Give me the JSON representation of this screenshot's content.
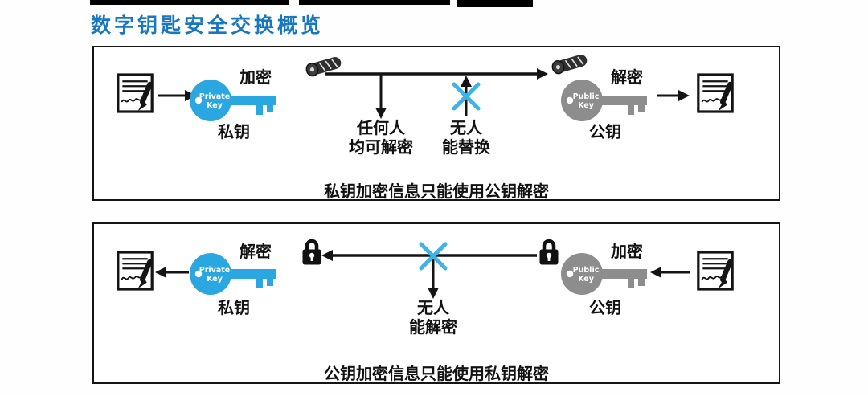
{
  "title": "数字钥匙安全交换概览",
  "colors": {
    "title": "#1877bd",
    "private_key": "#2aa7e0",
    "public_key": "#8d8d8d",
    "x_mark": "#41b2e6",
    "line": "#141414"
  },
  "keys": {
    "private_line1": "Private",
    "private_line2": "Key",
    "public_line1": "Public",
    "public_line2": "Key"
  },
  "top_panel": {
    "private_action": "加密",
    "private_name": "私钥",
    "public_action": "解密",
    "public_name": "公钥",
    "note_anyone_line1": "任何人",
    "note_anyone_line2": "均可解密",
    "note_replace_line1": "无人",
    "note_replace_line2": "能替换",
    "caption": "私钥加密信息只能使用公钥解密"
  },
  "bottom_panel": {
    "private_action": "解密",
    "private_name": "私钥",
    "public_action": "加密",
    "public_name": "公钥",
    "note_decrypt_line1": "无人",
    "note_decrypt_line2": "能解密",
    "caption": "公钥加密信息只能使用私钥解密"
  }
}
